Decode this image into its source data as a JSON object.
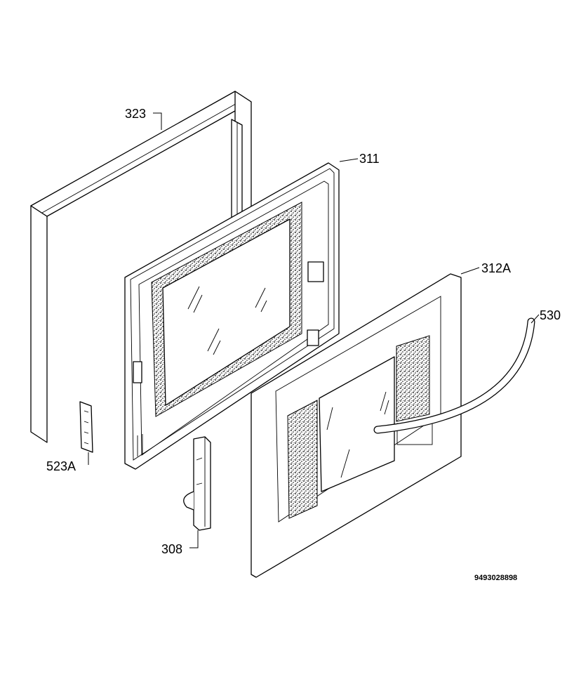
{
  "callouts": {
    "c323": "323",
    "c311": "311",
    "c312a": "312A",
    "c530": "530",
    "c523a": "523A",
    "c308": "308"
  },
  "drawing_number": "9493028898"
}
